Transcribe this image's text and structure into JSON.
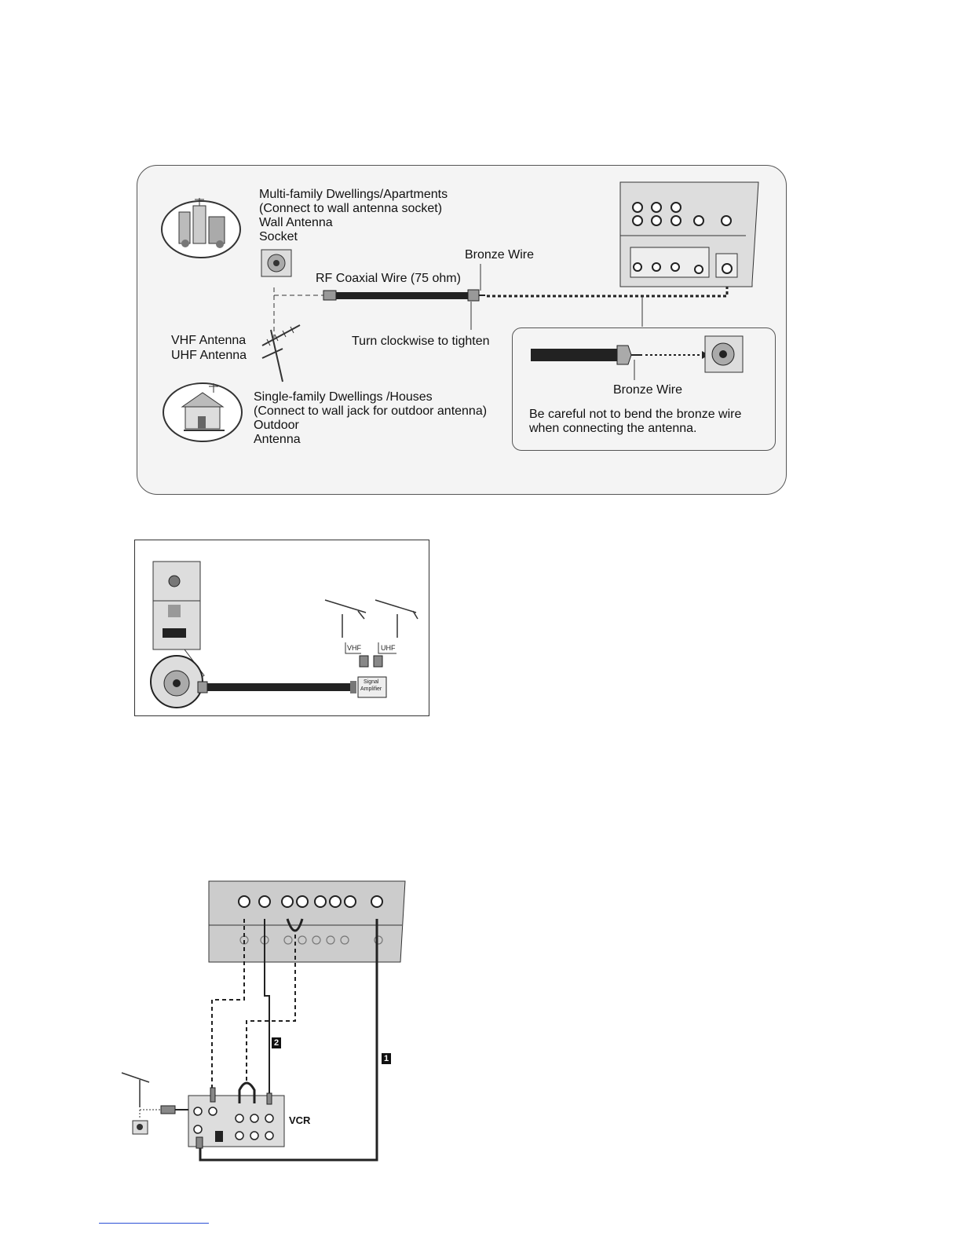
{
  "top_diagram": {
    "apartments": {
      "title": "Multi-family Dwellings/Apartments",
      "subtitle": "(Connect to wall antenna socket)",
      "socket_line1": "Wall Antenna",
      "socket_line2": "Socket"
    },
    "bronze_wire_label": "Bronze Wire",
    "coax_label": "RF Coaxial Wire (75 ohm)",
    "tighten_label": "Turn clockwise to tighten",
    "vhf_label": "VHF Antenna",
    "uhf_label": "UHF Antenna",
    "houses": {
      "title": "Single-family Dwellings /Houses",
      "subtitle": "(Connect to wall jack for outdoor antenna)",
      "line3": "Outdoor",
      "line4": "Antenna"
    },
    "callout": {
      "bronze_wire_label": "Bronze Wire",
      "warning_line1": "Be careful not to bend the bronze wire",
      "warning_line2": "when connecting the antenna."
    }
  },
  "amplifier_diagram": {
    "vhf": "VHF",
    "uhf": "UHF",
    "amp_line1": "Signal",
    "amp_line2": "Amplifier"
  },
  "vcr_diagram": {
    "vcr_label": "VCR",
    "cable1_badge": "1",
    "cable2_badge": "2"
  }
}
